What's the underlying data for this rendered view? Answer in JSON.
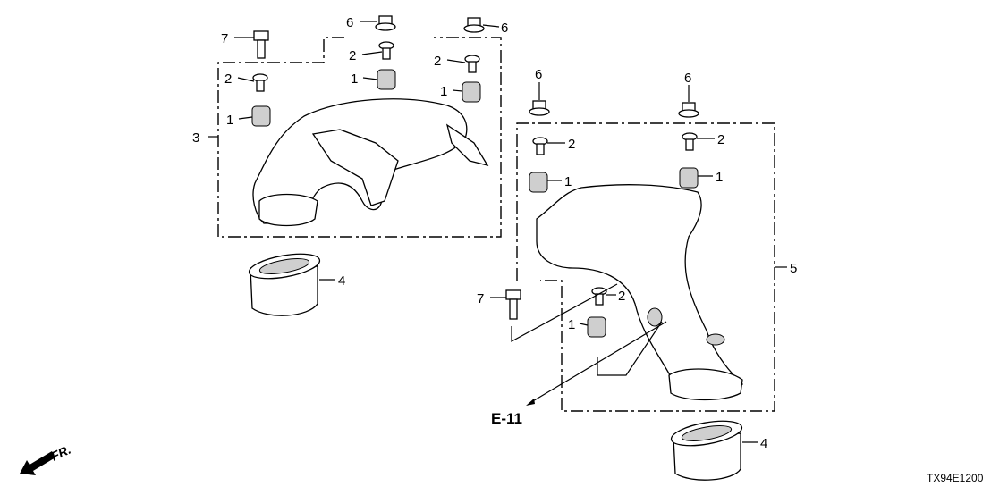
{
  "diagram": {
    "callouts": {
      "c7a": "7",
      "c6a": "6",
      "c6b": "6",
      "c2a": "2",
      "c2b": "2",
      "c1a": "1",
      "c1b": "1",
      "c2c": "2",
      "c1c": "1",
      "c3": "3",
      "c4a": "4",
      "c6c": "6",
      "c6d": "6",
      "c2d": "2",
      "c2e": "2",
      "c1d": "1",
      "c1e": "1",
      "c5": "5",
      "c7b": "7",
      "c2f": "2",
      "c1f": "1",
      "c4b": "4"
    },
    "reference": "E-11",
    "front_marker": "FR.",
    "diagram_code": "TX94E1200"
  }
}
